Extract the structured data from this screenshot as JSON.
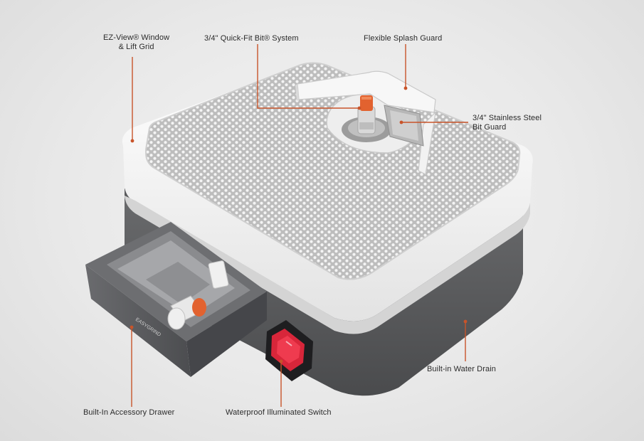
{
  "callouts": {
    "ez_view": {
      "line1": "EZ-View® Window",
      "line2": "& Lift Grid"
    },
    "quick_fit": "3/4\" Quick-Fit Bit® System",
    "splash_guard": "Flexible Splash Guard",
    "bit_guard": {
      "line1": "3/4\" Stainless Steel",
      "line2": "Bit Guard"
    },
    "water_drain": "Built-in Water Drain",
    "accessory_drawer": "Built-In Accessory Drawer",
    "switch": "Waterproof Illuminated Switch"
  },
  "brand_mark": "EASYGRIND",
  "colors": {
    "accent": "#c8542a",
    "base": "#5a5b5d",
    "shell": "#ffffff",
    "switch": "#d8263a"
  }
}
